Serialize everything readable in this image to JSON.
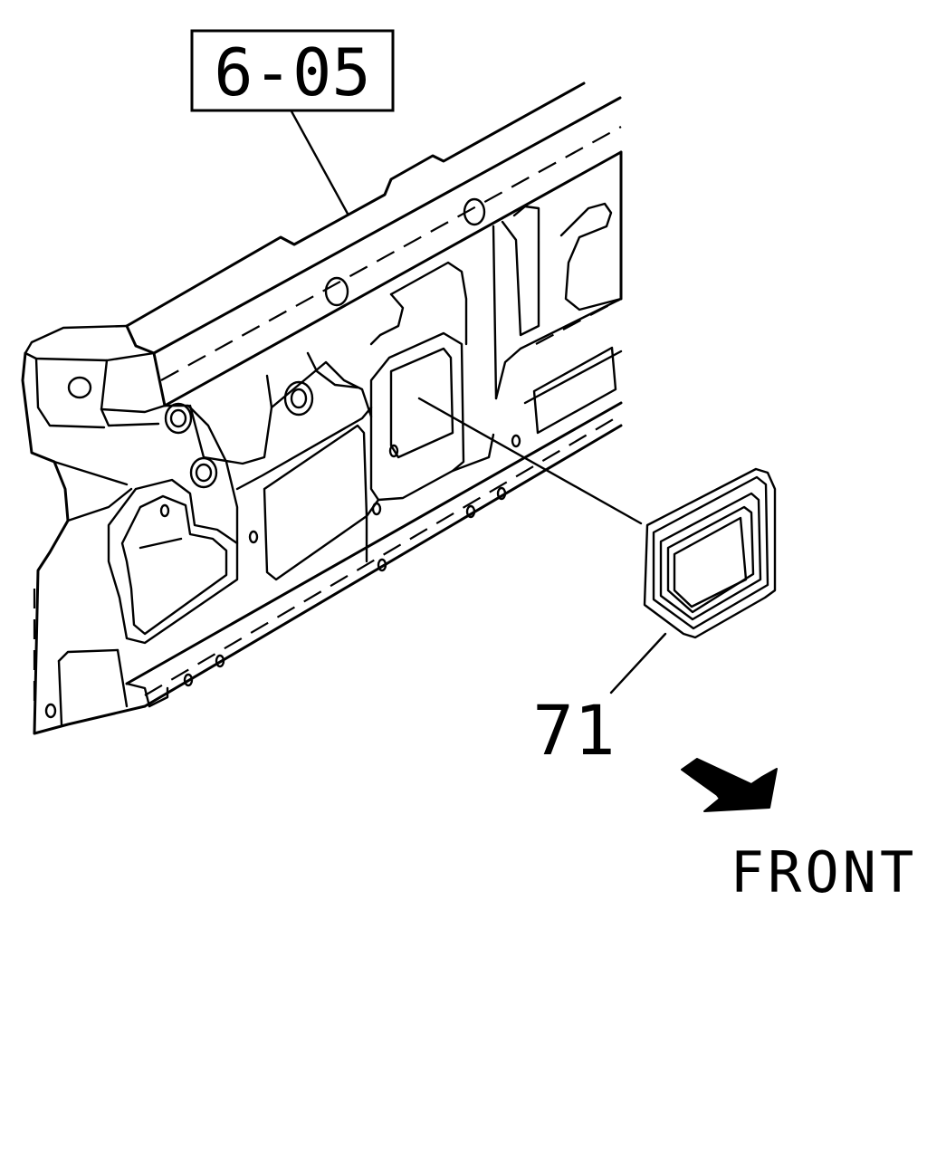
{
  "callouts": {
    "reference_box": "6-05",
    "part_number": "71"
  },
  "direction": {
    "label": "FRONT",
    "arrow_icon": "front-arrow-icon"
  },
  "colors": {
    "ink": "#000000",
    "background": "#ffffff"
  }
}
